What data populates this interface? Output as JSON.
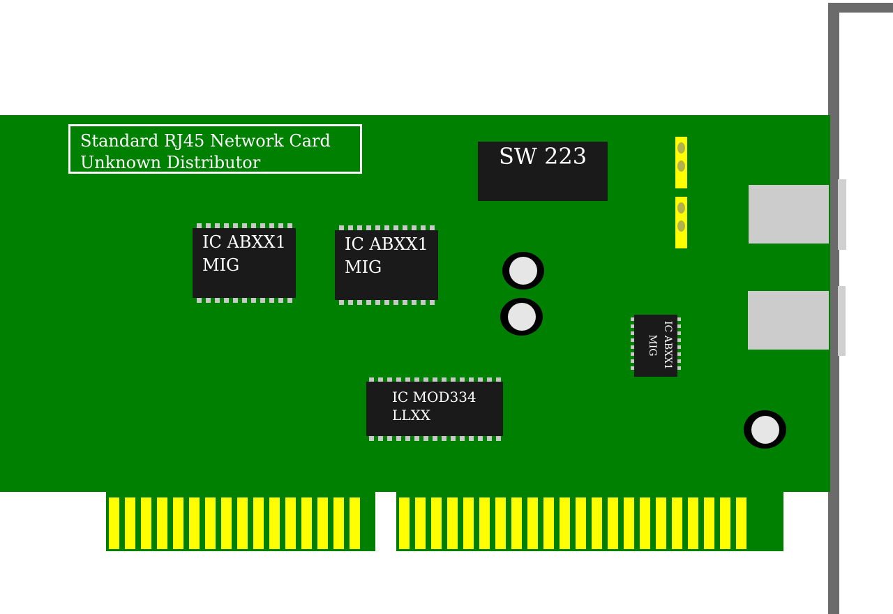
{
  "board": {
    "label_line1": "Standard RJ45 Network Card",
    "label_line2": "Unknown Distributor"
  },
  "chips": {
    "sw": "SW 223",
    "ic1_line1": "IC ABXX1",
    "ic1_line2": "MIG",
    "ic2_line1": "IC ABXX1",
    "ic2_line2": "MIG",
    "ic3_line1": "IC MOD334",
    "ic3_line2": "LLXX",
    "ic4_line1": "IC ABXX1",
    "ic4_line2": "MIG"
  },
  "colors": {
    "pcb": "#008000",
    "chip": "#1a1a1a",
    "gold_contacts": "#ffff00",
    "bracket": "#6b6b6b",
    "port": "#cccccc"
  }
}
